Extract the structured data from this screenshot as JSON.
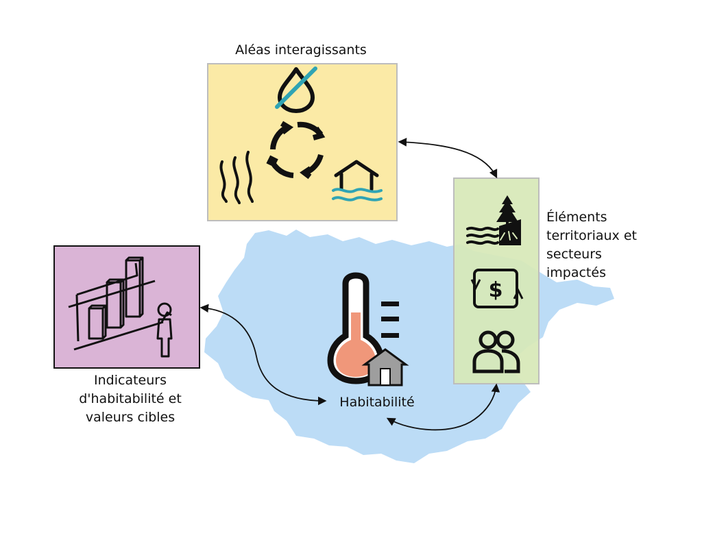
{
  "labels": {
    "hazards": "Aléas interagissants",
    "elements": [
      "Éléments",
      "territoriaux et",
      "secteurs",
      "impactés"
    ],
    "indicators": [
      "Indicateurs",
      "d'habitabilité et",
      "valeurs cibles"
    ],
    "habitability": "Habitabilité"
  },
  "colors": {
    "hazards_box": "#fbeaa6",
    "elements_box": "#d7e8b8",
    "indicators_box": "#dab4d6",
    "map": "#bcdcf6",
    "accent_teal": "#2fa4b4",
    "thermo_fill": "#f0977a",
    "box_border_grey": "#bdbdbd"
  },
  "icons": {
    "hazards": [
      "drought-drop-icon",
      "cycle-arrows-icon",
      "heat-waves-icon",
      "flooded-house-icon"
    ],
    "elements": [
      "forest-shore-icon",
      "economy-dollar-icon",
      "people-icon"
    ],
    "indicators": [
      "bar-chart-person-icon"
    ],
    "center": [
      "thermometer-house-icon"
    ]
  }
}
